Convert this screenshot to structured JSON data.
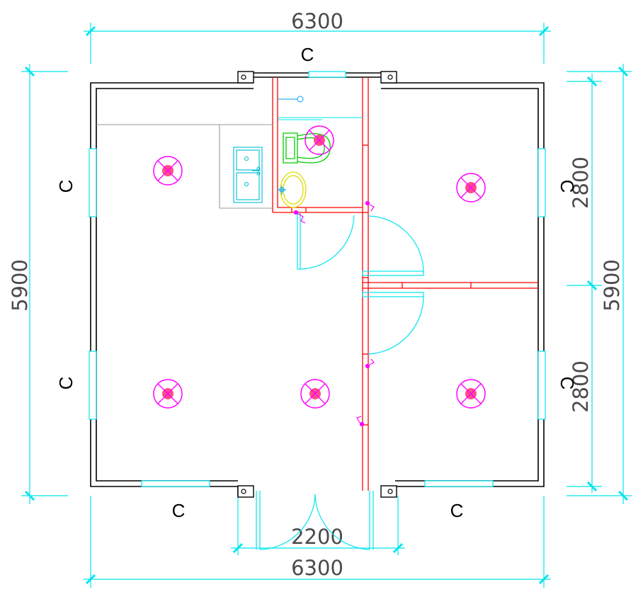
{
  "colors": {
    "wall_outer": "#000000",
    "wall_partition": "#ff0000",
    "dimension": "#00e5ee",
    "window": "#00e5ee",
    "fixture_toilet": "#00cc00",
    "fixture_basin": "#dddd00",
    "light_ring": "#ff00ff",
    "light_fill": "#ff4d88",
    "counter": "#999999"
  },
  "dimensions": {
    "top_width": "6300",
    "bottom_width": "6300",
    "door_width": "2200",
    "left_height": "5900",
    "right_height": "5900",
    "right_upper": "2800",
    "right_lower": "2800"
  },
  "window_marks": {
    "top": "C",
    "left_upper": "C",
    "left_lower": "C",
    "right_upper": "C",
    "right_lower": "C",
    "bottom_left": "C",
    "bottom_right": "C"
  },
  "icons": {
    "light": "ceiling-light-icon",
    "toilet": "toilet-icon",
    "basin": "wash-basin-icon",
    "sink": "kitchen-sink-icon",
    "door": "door-swing-icon",
    "switch": "light-switch-icon"
  }
}
